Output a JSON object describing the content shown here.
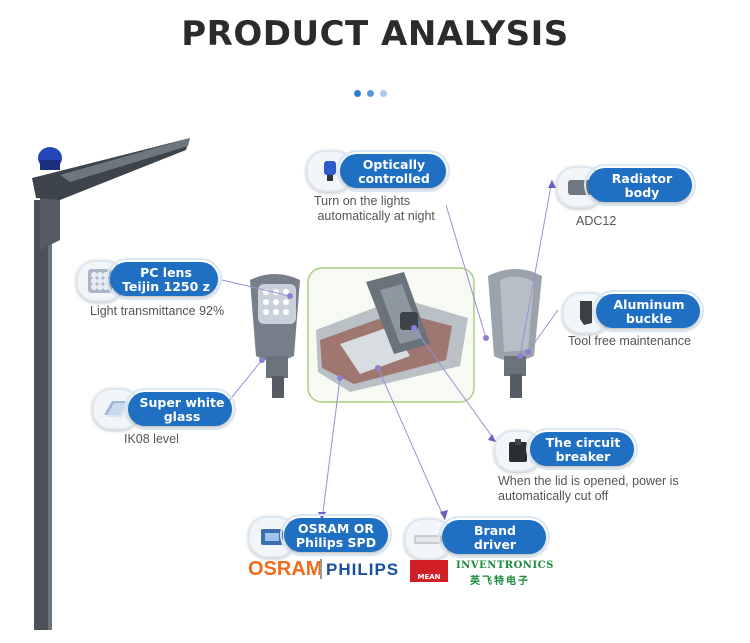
{
  "title": "PRODUCT ANALYSIS",
  "features": {
    "optical": {
      "label_line1": "Optically",
      "label_line2": "controlled",
      "desc_line1": "Turn on the lights",
      "desc_line2": "automatically at night"
    },
    "radiator": {
      "label_line1": "Radiator",
      "label_line2": "body",
      "desc_line1": "ADC12"
    },
    "pclens": {
      "label_line1": "PC lens",
      "label_line2": "Teijin 1250 z",
      "desc_line1": "Light transmittance 92%"
    },
    "buckle": {
      "label_line1": "Aluminum",
      "label_line2": "buckle",
      "desc_line1": "Tool free maintenance"
    },
    "glass": {
      "label_line1": "Super white",
      "label_line2": "glass",
      "desc_line1": "IK08 level"
    },
    "breaker": {
      "label_line1": "The circuit",
      "label_line2": "breaker",
      "desc_line1": "When the lid is opened, power is",
      "desc_line2": "automatically cut off"
    },
    "spd": {
      "label_line1": "OSRAM OR",
      "label_line2": "Philips SPD"
    },
    "driver": {
      "label_line1": "Brand",
      "label_line2": "driver"
    }
  },
  "brands": {
    "osram": "OSRAM",
    "philips": "PHILIPS",
    "meanwell": "MEAN WELL",
    "inventronics": "INVENTRONICS",
    "inventronics_cn": "英飞特电子"
  },
  "colors": {
    "accent": "#1f6fc2",
    "osram": "#f26b1d",
    "philips": "#1c4fa0",
    "meanwell": "#d21f26",
    "inventronics": "#1a8a3c"
  }
}
